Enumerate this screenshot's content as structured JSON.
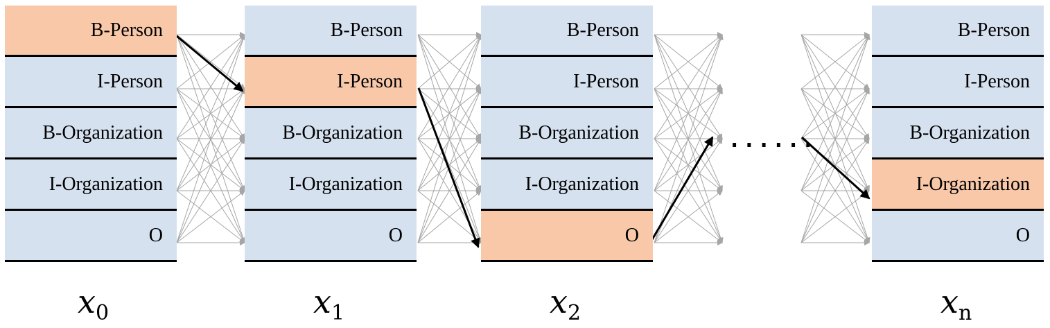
{
  "tags": [
    "B-Person",
    "I-Person",
    "B-Organization",
    "I-Organization",
    "O"
  ],
  "columns": [
    {
      "var": "x",
      "sub": "0",
      "selected": 0
    },
    {
      "var": "x",
      "sub": "1",
      "selected": 1
    },
    {
      "var": "x",
      "sub": "2",
      "selected": 4
    },
    {
      "var": "x",
      "sub": "n",
      "selected": 3
    }
  ],
  "ellipsis": "......",
  "colors": {
    "cell": "#d6e1ef",
    "selected": "#f8c8a8",
    "edge": "#a6a6a6",
    "path": "#000000"
  }
}
